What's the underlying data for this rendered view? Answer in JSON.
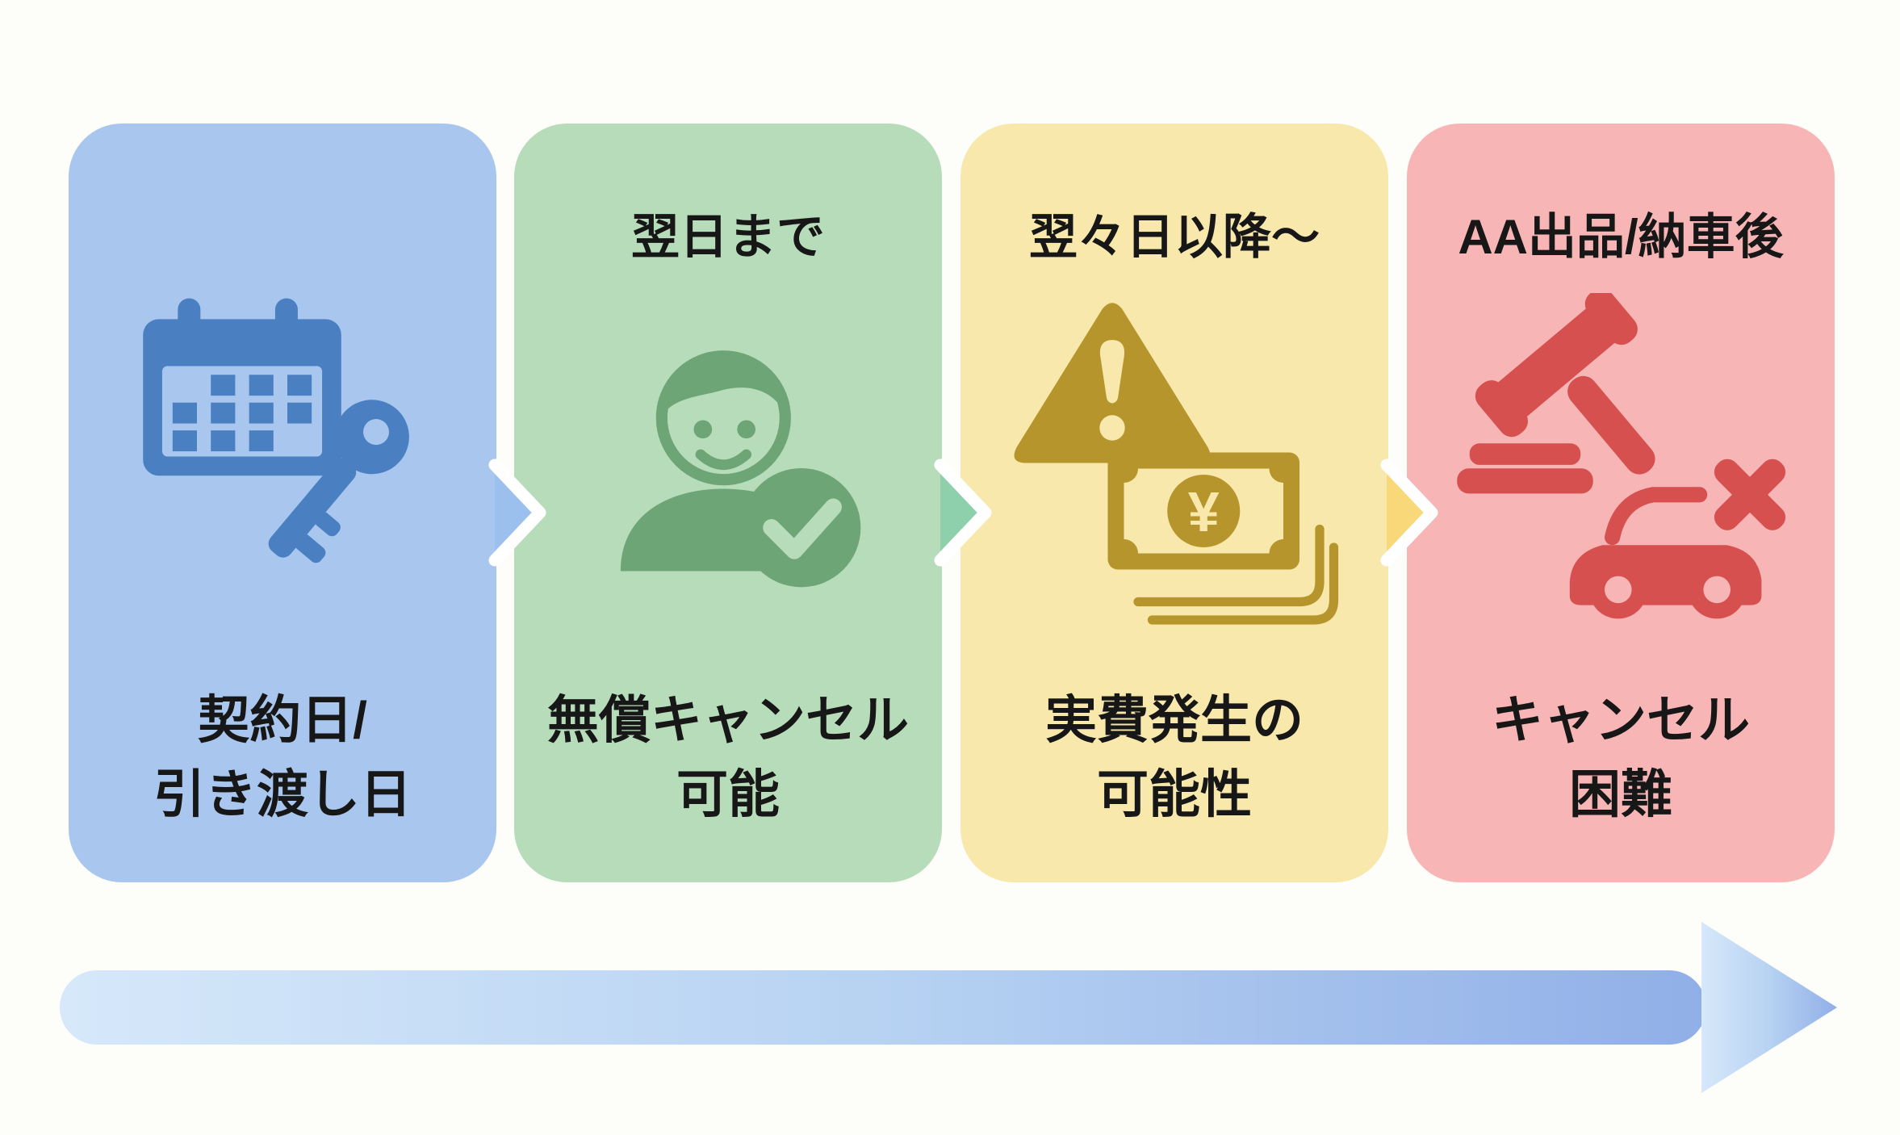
{
  "panels": [
    {
      "header": "",
      "caption_line1": "契約日/",
      "caption_line2": "引き渡し日",
      "panel_color": "#a8c6ee",
      "icon_color": "#4a80c2",
      "chevron_color": "#9cc0ee",
      "icons": [
        "calendar-icon",
        "key-icon"
      ]
    },
    {
      "header": "翌日まで",
      "caption_line1": "無償キャンセル",
      "caption_line2": "可能",
      "panel_color": "#b7dcb9",
      "icon_color": "#6da577",
      "chevron_color": "#8ed0ab",
      "icons": [
        "person-check-icon"
      ]
    },
    {
      "header": "翌々日以降〜",
      "caption_line1": "実費発生の",
      "caption_line2": "可能性",
      "panel_color": "#f8e8ac",
      "icon_color": "#b6952d",
      "chevron_color": "#f8d878",
      "icons": [
        "warning-triangle-icon",
        "banknotes-yen-icon"
      ]
    },
    {
      "header": "AA出品/納車後",
      "caption_line1": "キャンセル",
      "caption_line2": "困難",
      "panel_color": "#f7b6b5",
      "icon_color": "#d5504e",
      "chevron_color": "",
      "icons": [
        "gavel-icon",
        "car-x-icon"
      ]
    }
  ],
  "yen_symbol": "¥",
  "timeline_arrow": {
    "direction": "right",
    "gradient_start": "#d6e8fa",
    "gradient_mid": "#b7d2f2",
    "gradient_end": "#90afe7"
  }
}
